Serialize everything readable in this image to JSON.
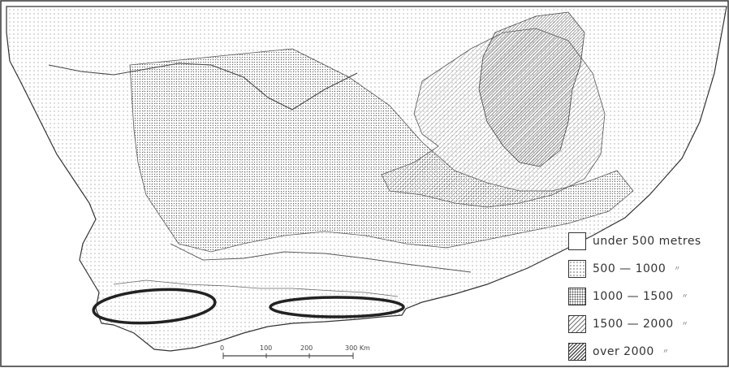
{
  "legend": {
    "items": [
      {
        "label": "under  500  metres",
        "mark": ""
      },
      {
        "label": "500 — 1000",
        "mark": "〃"
      },
      {
        "label": "1000 — 1500",
        "mark": "〃"
      },
      {
        "label": "1500 — 2000",
        "mark": "〃"
      },
      {
        "label": "over    2000",
        "mark": "〃"
      }
    ]
  },
  "scale": {
    "ticks": [
      "0",
      "100",
      "200",
      "300 Km"
    ]
  },
  "colors": {
    "ink": "#222222",
    "paper": "#ffffff"
  }
}
